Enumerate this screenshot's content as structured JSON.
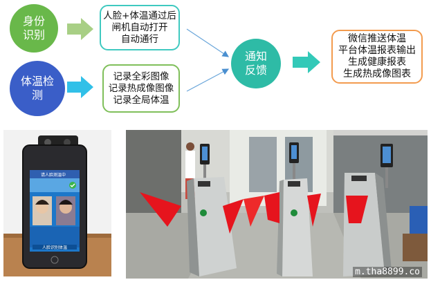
{
  "flow": {
    "id_check": "身份识别",
    "temp_check": "体温检测",
    "gate_box": [
      "人脸+体温通过后",
      "闸机自动打开",
      "自动通行"
    ],
    "record_box": [
      "记录全彩图像",
      "记录热成像图像",
      "记录全局体温"
    ],
    "notify": "通知反馈",
    "output_box": [
      "微信推送体温",
      "平台体温报表输出",
      "生成健康报表",
      "生成热成像图表"
    ]
  },
  "device_screen": {
    "top_text": "请人脸测温中",
    "bottom_text": "人脸识别体温"
  },
  "watermark": "m.tha8899.co",
  "colors": {
    "green": "#69b84a",
    "blue": "#3a5ec8",
    "teal": "#2ebba6",
    "orange": "#f39b4e",
    "cyan_arrow": "#31c0e8"
  }
}
